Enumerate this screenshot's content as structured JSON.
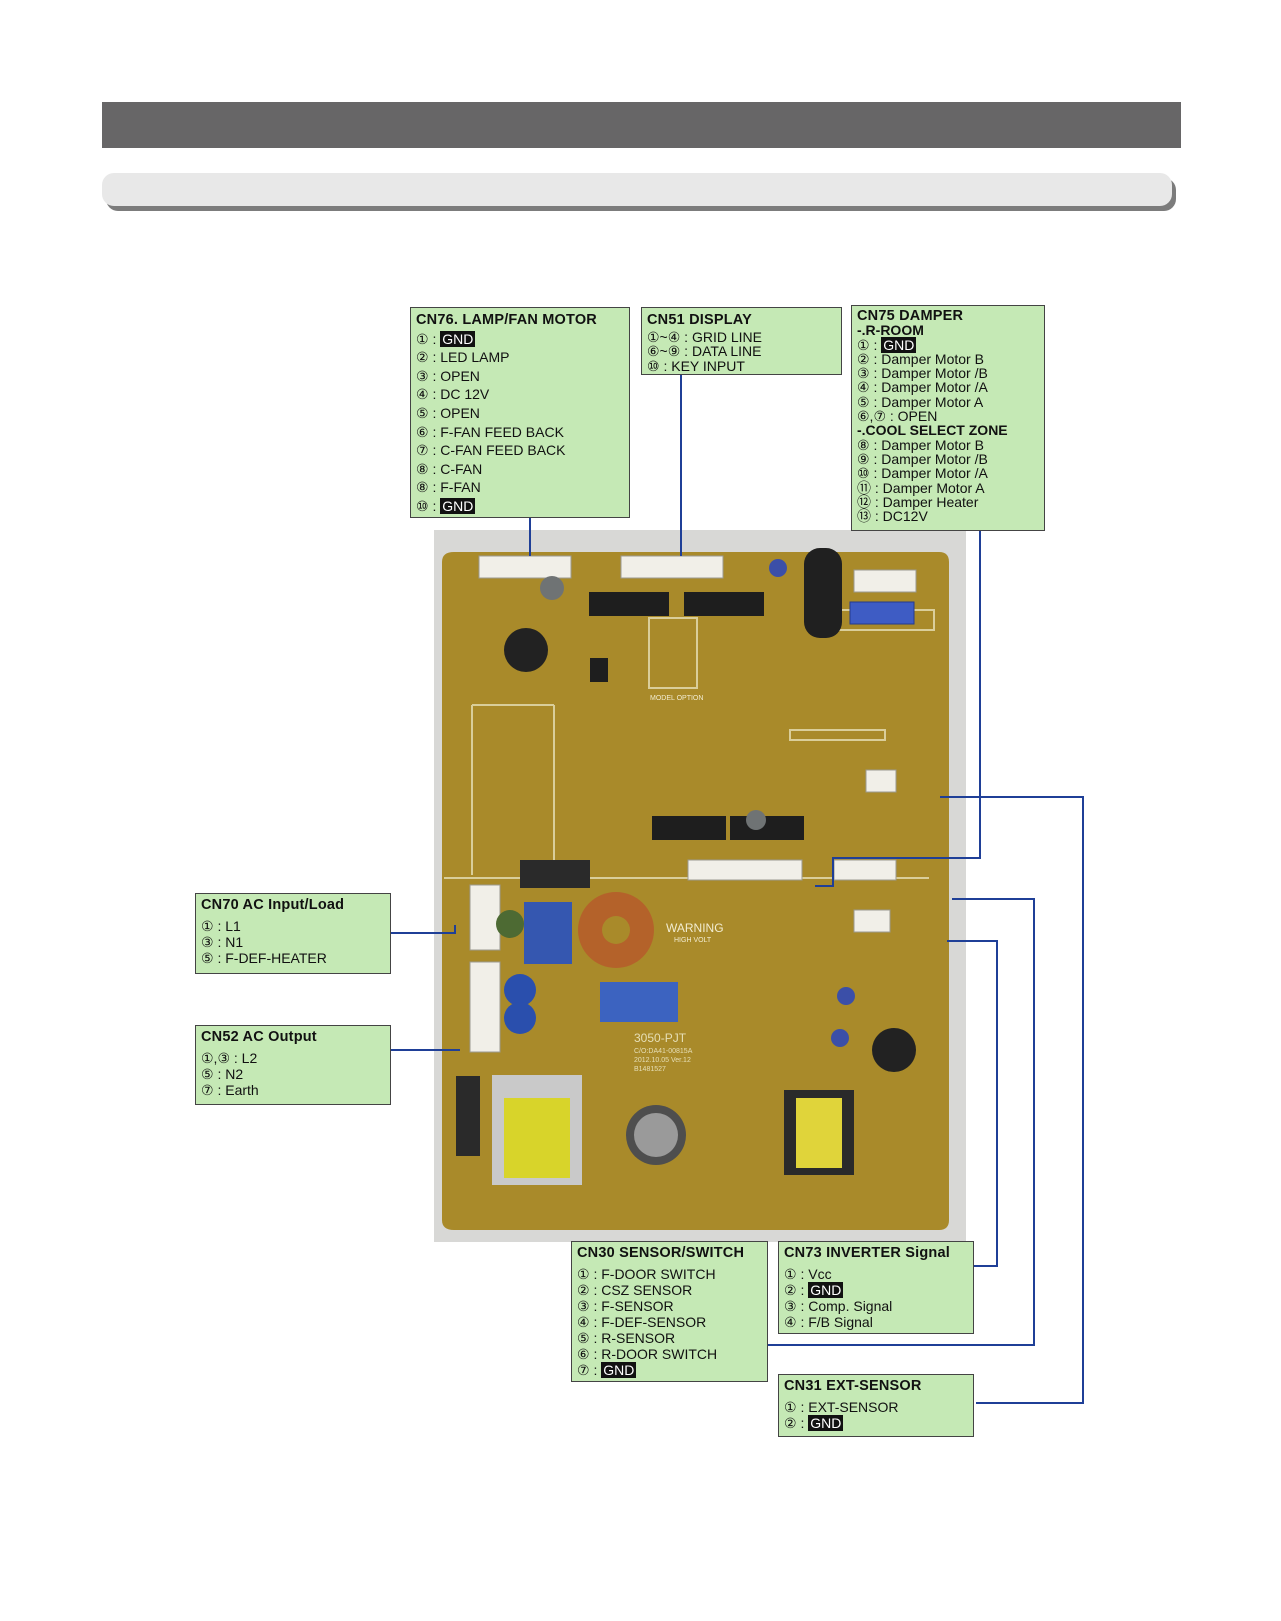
{
  "boxes": {
    "cn76": {
      "title": "CN76. LAMP/FAN MOTOR",
      "rows": [
        {
          "pin": "① : ",
          "label": "GND",
          "gnd": true
        },
        {
          "pin": "② : ",
          "label": "LED LAMP"
        },
        {
          "pin": "③ : ",
          "label": "OPEN"
        },
        {
          "pin": "④ : ",
          "label": "DC 12V"
        },
        {
          "pin": "⑤ : ",
          "label": "OPEN"
        },
        {
          "pin": "⑥ : ",
          "label": "F-FAN FEED BACK"
        },
        {
          "pin": "⑦ : ",
          "label": "C-FAN FEED BACK"
        },
        {
          "pin": "⑧ : ",
          "label": "C-FAN"
        },
        {
          "pin": "⑧ : ",
          "label": "F-FAN"
        },
        {
          "pin": "⑩ : ",
          "label": "GND",
          "gnd": true
        }
      ]
    },
    "cn51": {
      "title": "CN51 DISPLAY",
      "rows": [
        {
          "pin": "①~④ : ",
          "label": "GRID LINE"
        },
        {
          "pin": "⑥~⑨ : ",
          "label": "DATA LINE"
        },
        {
          "pin": "⑩ : ",
          "label": "KEY INPUT"
        }
      ]
    },
    "cn75": {
      "title": "CN75 DAMPER",
      "section1": "-.R-ROOM",
      "rows1": [
        {
          "pin": "① : ",
          "label": "GND",
          "gnd": true
        },
        {
          "pin": "② : ",
          "label": "Damper Motor B"
        },
        {
          "pin": "③ : ",
          "label": "Damper Motor /B"
        },
        {
          "pin": "④ : ",
          "label": "Damper Motor /A"
        },
        {
          "pin": "⑤ : ",
          "label": "Damper Motor A"
        },
        {
          "pin": "⑥,⑦ : ",
          "label": "OPEN"
        }
      ],
      "section2": "-.COOL SELECT ZONE",
      "rows2": [
        {
          "pin": "⑧ : ",
          "label": "Damper Motor B"
        },
        {
          "pin": "⑨ : ",
          "label": "Damper Motor /B"
        },
        {
          "pin": "⑩ : ",
          "label": "Damper Motor /A"
        },
        {
          "pin": "⑪ : ",
          "label": "Damper Motor A"
        },
        {
          "pin": "⑫ : ",
          "label": "Damper Heater"
        },
        {
          "pin": "⑬ : ",
          "label": "DC12V"
        }
      ]
    },
    "cn70": {
      "title": "CN70 AC Input/Load",
      "rows": [
        {
          "pin": "① : ",
          "label": "L1"
        },
        {
          "pin": "③ : ",
          "label": "N1"
        },
        {
          "pin": "⑤ : ",
          "label": "F-DEF-HEATER"
        }
      ]
    },
    "cn52": {
      "title": "CN52 AC Output",
      "rows": [
        {
          "pin": "①,③ : ",
          "label": "L2"
        },
        {
          "pin": "⑤ : ",
          "label": "N2"
        },
        {
          "pin": "⑦ : ",
          "label": "Earth"
        }
      ]
    },
    "cn30": {
      "title": "CN30 SENSOR/SWITCH",
      "rows": [
        {
          "pin": "① : ",
          "label": "F-DOOR SWITCH"
        },
        {
          "pin": "② : ",
          "label": "CSZ SENSOR"
        },
        {
          "pin": "③ : ",
          "label": "F-SENSOR"
        },
        {
          "pin": "④ : ",
          "label": "F-DEF-SENSOR"
        },
        {
          "pin": "⑤ : ",
          "label": "R-SENSOR"
        },
        {
          "pin": "⑥ : ",
          "label": "R-DOOR SWITCH"
        },
        {
          "pin": "⑦ : ",
          "label": "GND",
          "gnd": true
        }
      ]
    },
    "cn73": {
      "title": "CN73 INVERTER Signal",
      "rows": [
        {
          "pin": "① : ",
          "label": "Vcc"
        },
        {
          "pin": "② : ",
          "label": "GND",
          "gnd": true
        },
        {
          "pin": "③ : ",
          "label": "Comp. Signal"
        },
        {
          "pin": "④ : ",
          "label": "F/B Signal"
        }
      ]
    },
    "cn31": {
      "title": "CN31 EXT-SENSOR",
      "rows": [
        {
          "pin": "① : ",
          "label": "EXT-SENSOR"
        },
        {
          "pin": "② : ",
          "label": "GND",
          "gnd": true
        }
      ]
    }
  },
  "board_text": {
    "model_option": "MODEL OPTION",
    "warning": "WARNING",
    "warning_sub": "HIGH VOLT",
    "model_no": "3050-PJT",
    "part_no": "C/O:DA41-00815A",
    "date": "2012.10.05 Ver.12",
    "extra": "B1481527"
  },
  "colors": {
    "pcb": "#a98a2a",
    "label_fill": "#c5e9b5",
    "lead_line": "#1f3f97",
    "header": "#676667"
  }
}
